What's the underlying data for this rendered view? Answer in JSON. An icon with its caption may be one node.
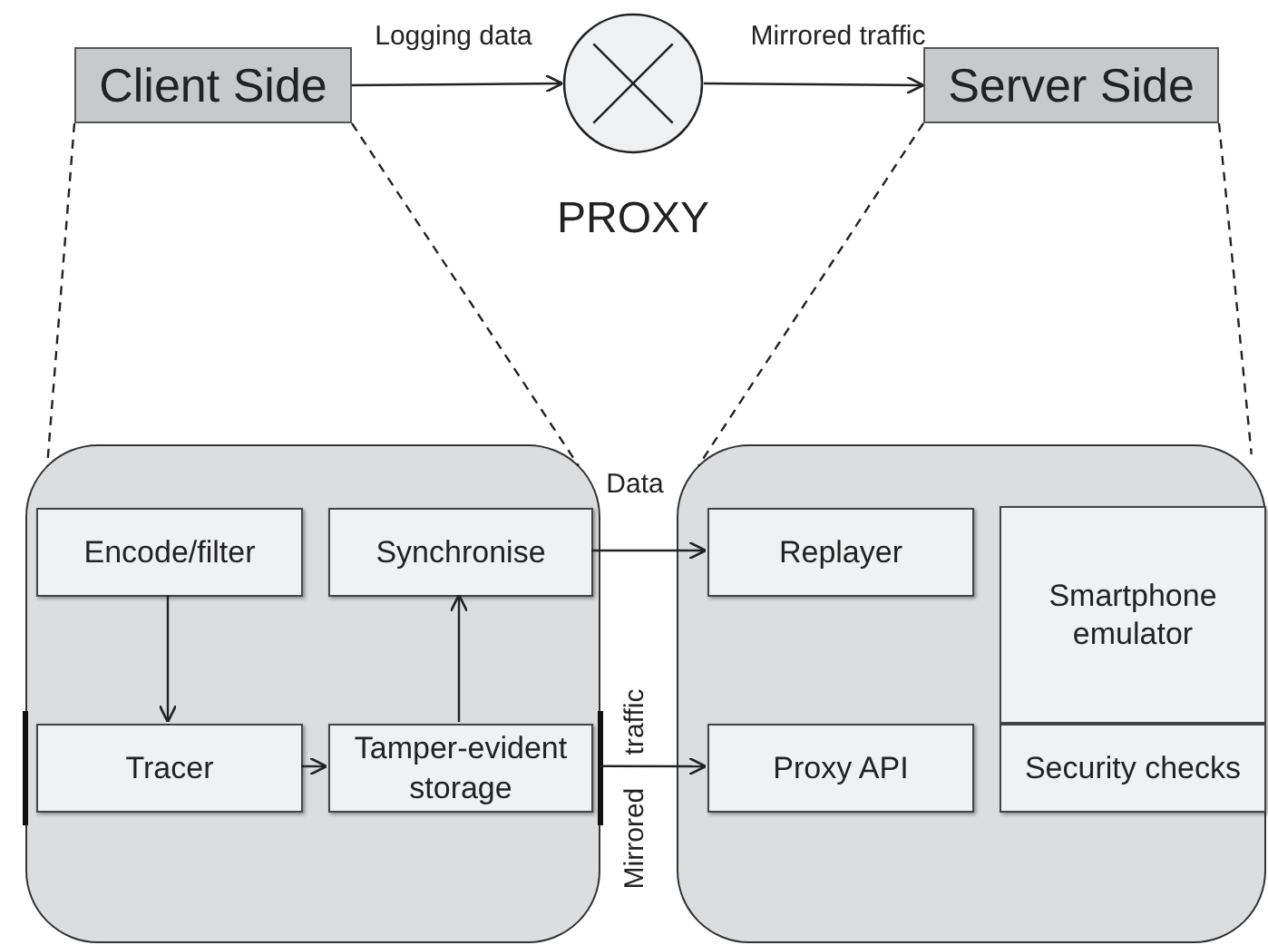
{
  "diagram": {
    "nodes": [
      {
        "text": [
          "Client Side"
        ]
      },
      {
        "text": [],
        "shape": "circle",
        "beside": [
          "PROXY"
        ]
      },
      {
        "text": [
          "Server Side"
        ]
      },
      {
        "text": [],
        "shape": "box"
      },
      {
        "text": [],
        "shape": "box"
      },
      {
        "text": [
          "Encode/filter"
        ],
        "in": 3
      },
      {
        "text": [
          "Synchronise"
        ],
        "in": 3
      },
      {
        "text": [
          "Tracer"
        ],
        "in": 3
      },
      {
        "text": [
          "Tamper-evident storage"
        ],
        "in": 3
      },
      {
        "text": [
          "Replayer"
        ],
        "in": 4
      },
      {
        "text": [
          "Smartphone emulator"
        ],
        "in": 4
      },
      {
        "text": [
          "Proxy API"
        ],
        "in": 4
      },
      {
        "text": [
          "Security checks"
        ],
        "in": 4
      }
    ],
    "edges": [
      {
        "from": 0,
        "to": 1,
        "arrow": "to",
        "label": "Logging data"
      },
      {
        "from": 1,
        "to": 2,
        "arrow": "to",
        "label": "Mirrored traffic"
      },
      {
        "from": 0,
        "to": 3,
        "arrow": "none",
        "style": "dashed"
      },
      {
        "from": 0,
        "to": 3,
        "arrow": "none",
        "style": "dashed"
      },
      {
        "from": 2,
        "to": 4,
        "arrow": "none",
        "style": "dashed"
      },
      {
        "from": 2,
        "to": 4,
        "arrow": "none",
        "style": "dashed"
      },
      {
        "from": 5,
        "to": 7,
        "arrow": "to"
      },
      {
        "from": 7,
        "to": 8,
        "arrow": "to"
      },
      {
        "from": 8,
        "to": 6,
        "arrow": "to"
      },
      {
        "from": 6,
        "to": 9,
        "arrow": "to",
        "label": "Data"
      },
      {
        "from": 3,
        "to": 11,
        "arrow": "to",
        "label": "Mirrored traffic"
      }
    ]
  }
}
